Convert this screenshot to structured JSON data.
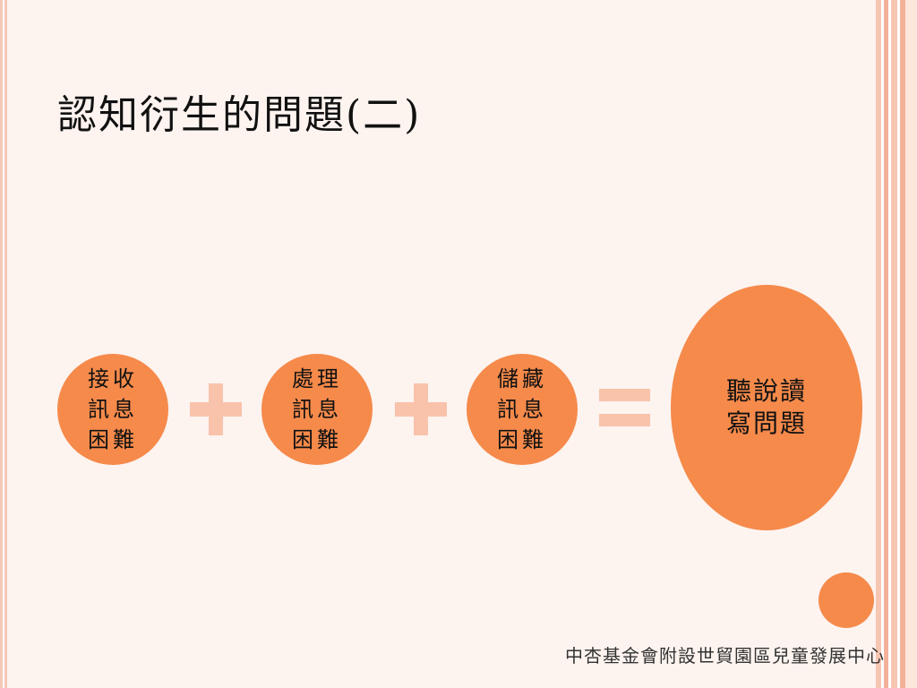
{
  "slide": {
    "title": "認知衍生的問題(二)",
    "footer": "中杏基金會附設世貿園區兒童發展中心"
  },
  "diagram": {
    "nodes": [
      {
        "label": "接收\n訊息\n困難"
      },
      {
        "label": "處理\n訊息\n困難"
      },
      {
        "label": "儲藏\n訊息\n困難"
      },
      {
        "label": "聽說讀\n寫問題"
      }
    ],
    "operators": [
      "plus",
      "plus",
      "equals"
    ]
  },
  "colors": {
    "circle_fill": "#f58a4b",
    "operator_fill": "#f9c2ab",
    "slide_background": "#fdf3ef",
    "frame_stripes": "#f3b19a"
  }
}
